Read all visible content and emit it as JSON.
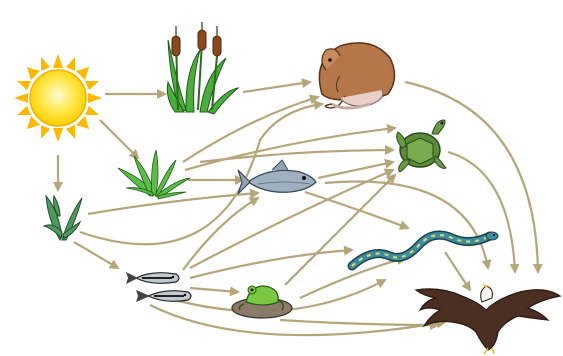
{
  "diagram": {
    "type": "food-web",
    "organisms": [
      {
        "id": "sun",
        "icon": "sun-icon"
      },
      {
        "id": "cattails",
        "icon": "cattail-icon"
      },
      {
        "id": "muskrat",
        "icon": "muskrat-icon"
      },
      {
        "id": "grass",
        "icon": "grass-icon"
      },
      {
        "id": "water-plant",
        "icon": "water-plant-icon"
      },
      {
        "id": "turtle",
        "icon": "turtle-icon"
      },
      {
        "id": "fish",
        "icon": "fish-icon"
      },
      {
        "id": "minnows",
        "icon": "minnows-icon"
      },
      {
        "id": "frog",
        "icon": "frog-icon"
      },
      {
        "id": "snake",
        "icon": "snake-icon"
      },
      {
        "id": "eagle",
        "icon": "eagle-icon"
      }
    ],
    "arrow_color": "#b5a57a",
    "colors": {
      "sun": "#ffd400",
      "plant": "#3fa535",
      "muskrat": "#b5764a",
      "turtle": "#5c8c3a",
      "fish": "#8fa3b5",
      "frog": "#7ac943",
      "snake": "#2f6f7f",
      "eagle": "#4a2f22"
    }
  }
}
